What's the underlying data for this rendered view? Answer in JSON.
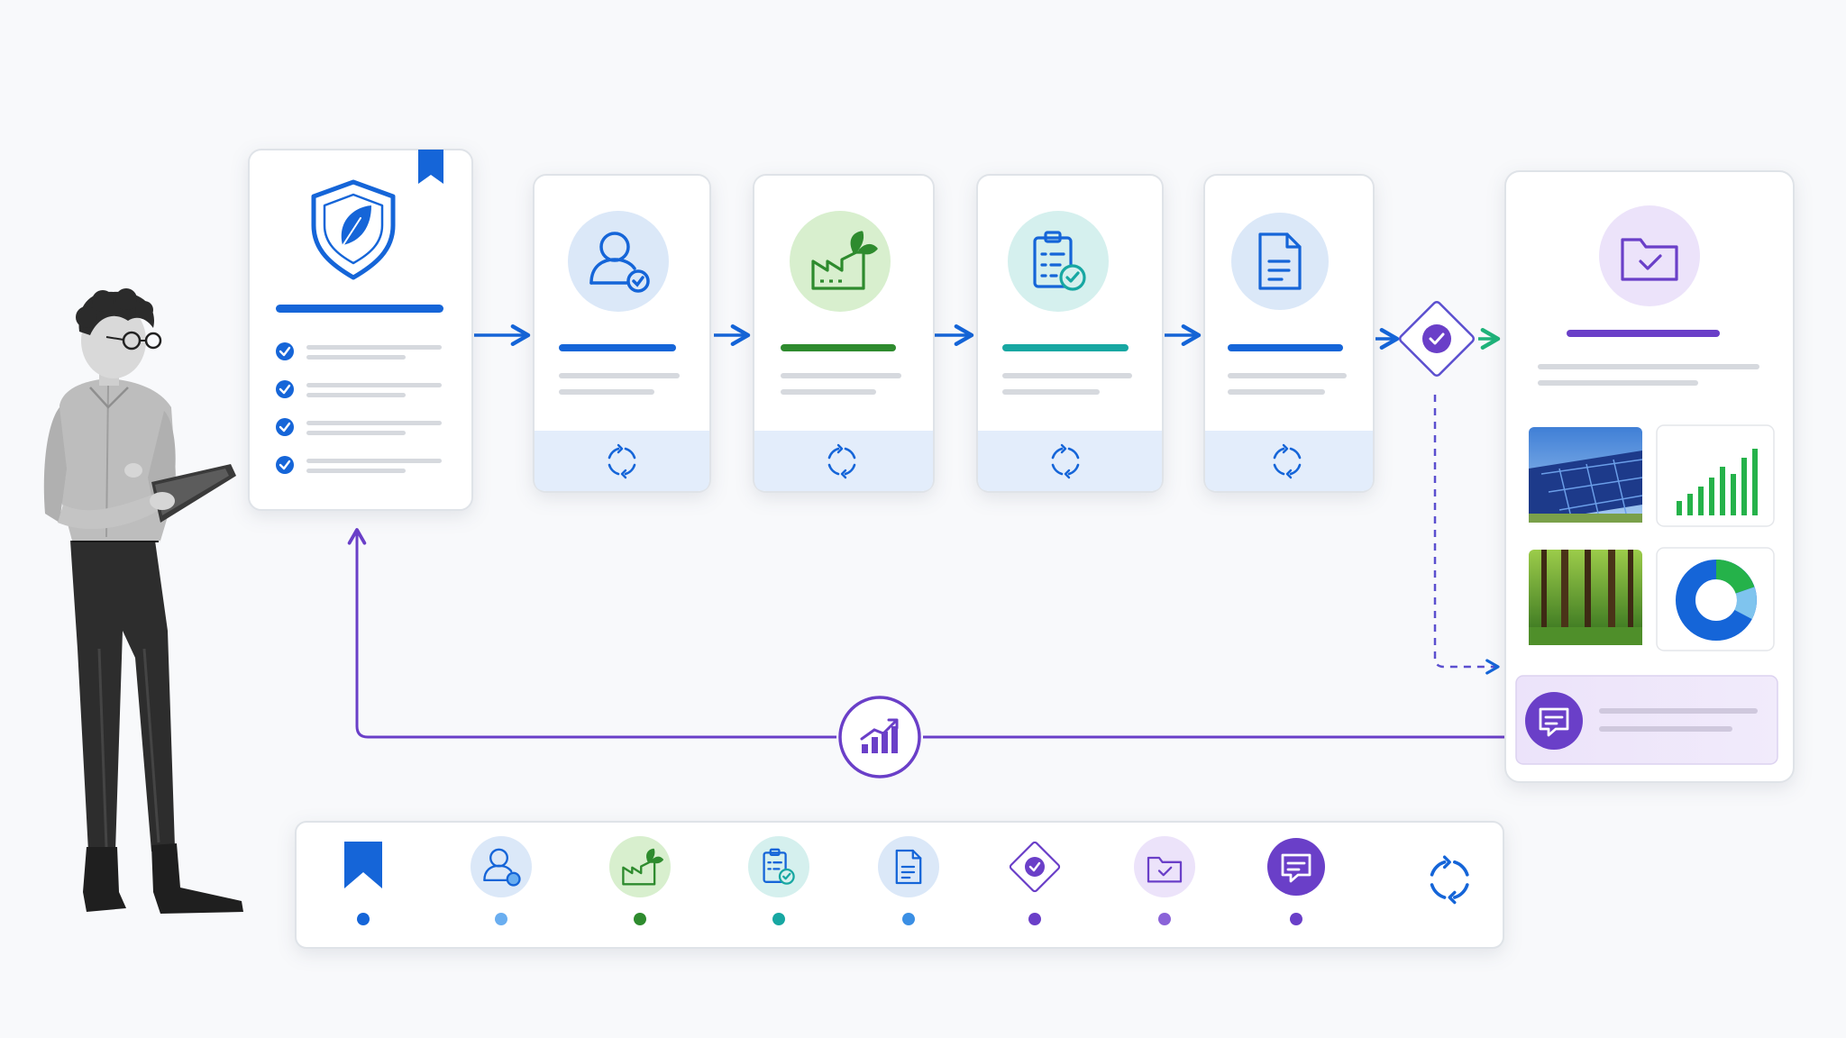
{
  "colors": {
    "blue": "#1565d8",
    "blue_light": "#e3edfb",
    "green": "#2e8b2e",
    "green_light": "#d8efce",
    "teal": "#17a7a2",
    "teal_light": "#d5f0ee",
    "purple": "#6a3fc8",
    "purple_light": "#ece3fa",
    "gray_line": "#d6d9de",
    "card_border": "#dfe3e8"
  },
  "diagram": {
    "cards": [
      {
        "id": "policy",
        "icon": "shield-leaf-icon",
        "accent": "blue",
        "checklist_items": 4,
        "bookmarked": true
      },
      {
        "id": "profile",
        "icon": "user-check-icon",
        "accent": "blue",
        "status": "sync-icon"
      },
      {
        "id": "facility",
        "icon": "factory-leaf-icon",
        "accent": "green",
        "status": "sync-icon"
      },
      {
        "id": "audit",
        "icon": "clipboard-check-icon",
        "accent": "teal",
        "status": "sync-icon"
      },
      {
        "id": "document",
        "icon": "document-icon",
        "accent": "blue",
        "status": "sync-icon"
      },
      {
        "id": "approval",
        "icon": "diamond-check-icon",
        "accent": "purple"
      },
      {
        "id": "archive",
        "icon": "folder-check-icon",
        "accent": "purple",
        "media": [
          "solar-panels-photo",
          "bar-chart-icon",
          "forest-photo",
          "donut-chart-icon"
        ],
        "comment": "comment-icon"
      }
    ],
    "feedback_loop": {
      "icon": "growth-chart-icon",
      "accent": "purple"
    },
    "person": "person-with-tablet-figure"
  },
  "legend": {
    "items": [
      {
        "icon": "bookmark-icon",
        "dot": "#1565d8"
      },
      {
        "icon": "user-check-icon",
        "dot": "#6aaef0"
      },
      {
        "icon": "factory-leaf-icon",
        "dot": "#2e8b2e"
      },
      {
        "icon": "clipboard-check-icon",
        "dot": "#17a7a2"
      },
      {
        "icon": "document-icon",
        "dot": "#3b8fe4"
      },
      {
        "icon": "diamond-check-icon",
        "dot": "#6a3fc8"
      },
      {
        "icon": "folder-check-icon",
        "dot": "#8a63d8"
      },
      {
        "icon": "comment-icon",
        "dot": "#6a3fc8"
      },
      {
        "icon": "sync-icon",
        "dot": null
      }
    ]
  }
}
